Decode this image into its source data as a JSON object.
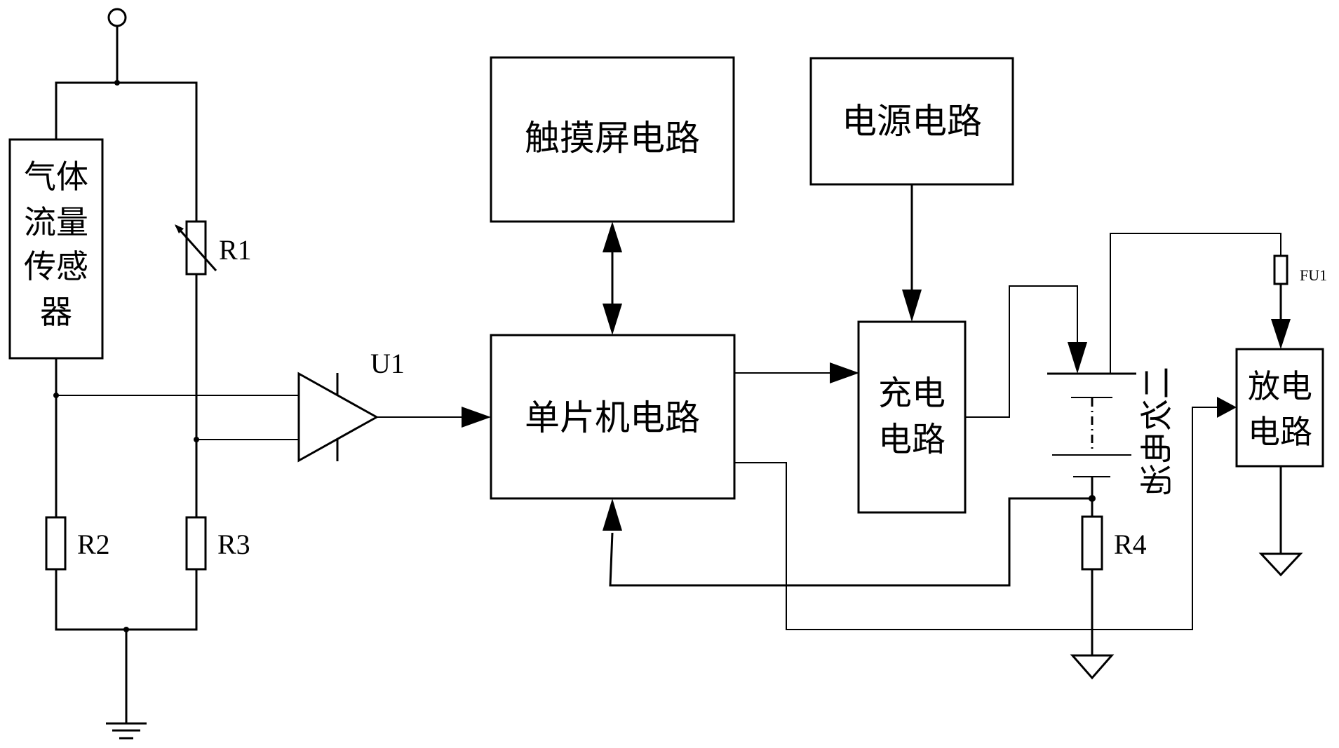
{
  "diagram": {
    "blocks": {
      "sensor": {
        "lines": [
          "气体",
          "流量",
          "传感",
          "器"
        ]
      },
      "touchscreen": {
        "label": "触摸屏电路"
      },
      "mcu": {
        "label": "单片机电路"
      },
      "power": {
        "label": "电源电路"
      },
      "charge": {
        "lines": [
          "充电",
          "电路"
        ]
      },
      "discharge": {
        "lines": [
          "放电",
          "电路"
        ]
      }
    },
    "components": {
      "r1": {
        "label": "R1",
        "type": "variable-resistor"
      },
      "r2": {
        "label": "R2",
        "type": "resistor"
      },
      "r3": {
        "label": "R3",
        "type": "resistor"
      },
      "r4": {
        "label": "R4",
        "type": "resistor"
      },
      "u1": {
        "label": "U1",
        "type": "amplifier"
      },
      "fu1": {
        "label": "FU1",
        "type": "fuse"
      },
      "battery": {
        "label": "二次电池",
        "type": "battery"
      }
    },
    "colors": {
      "line": "#000000",
      "background": "#ffffff"
    }
  }
}
